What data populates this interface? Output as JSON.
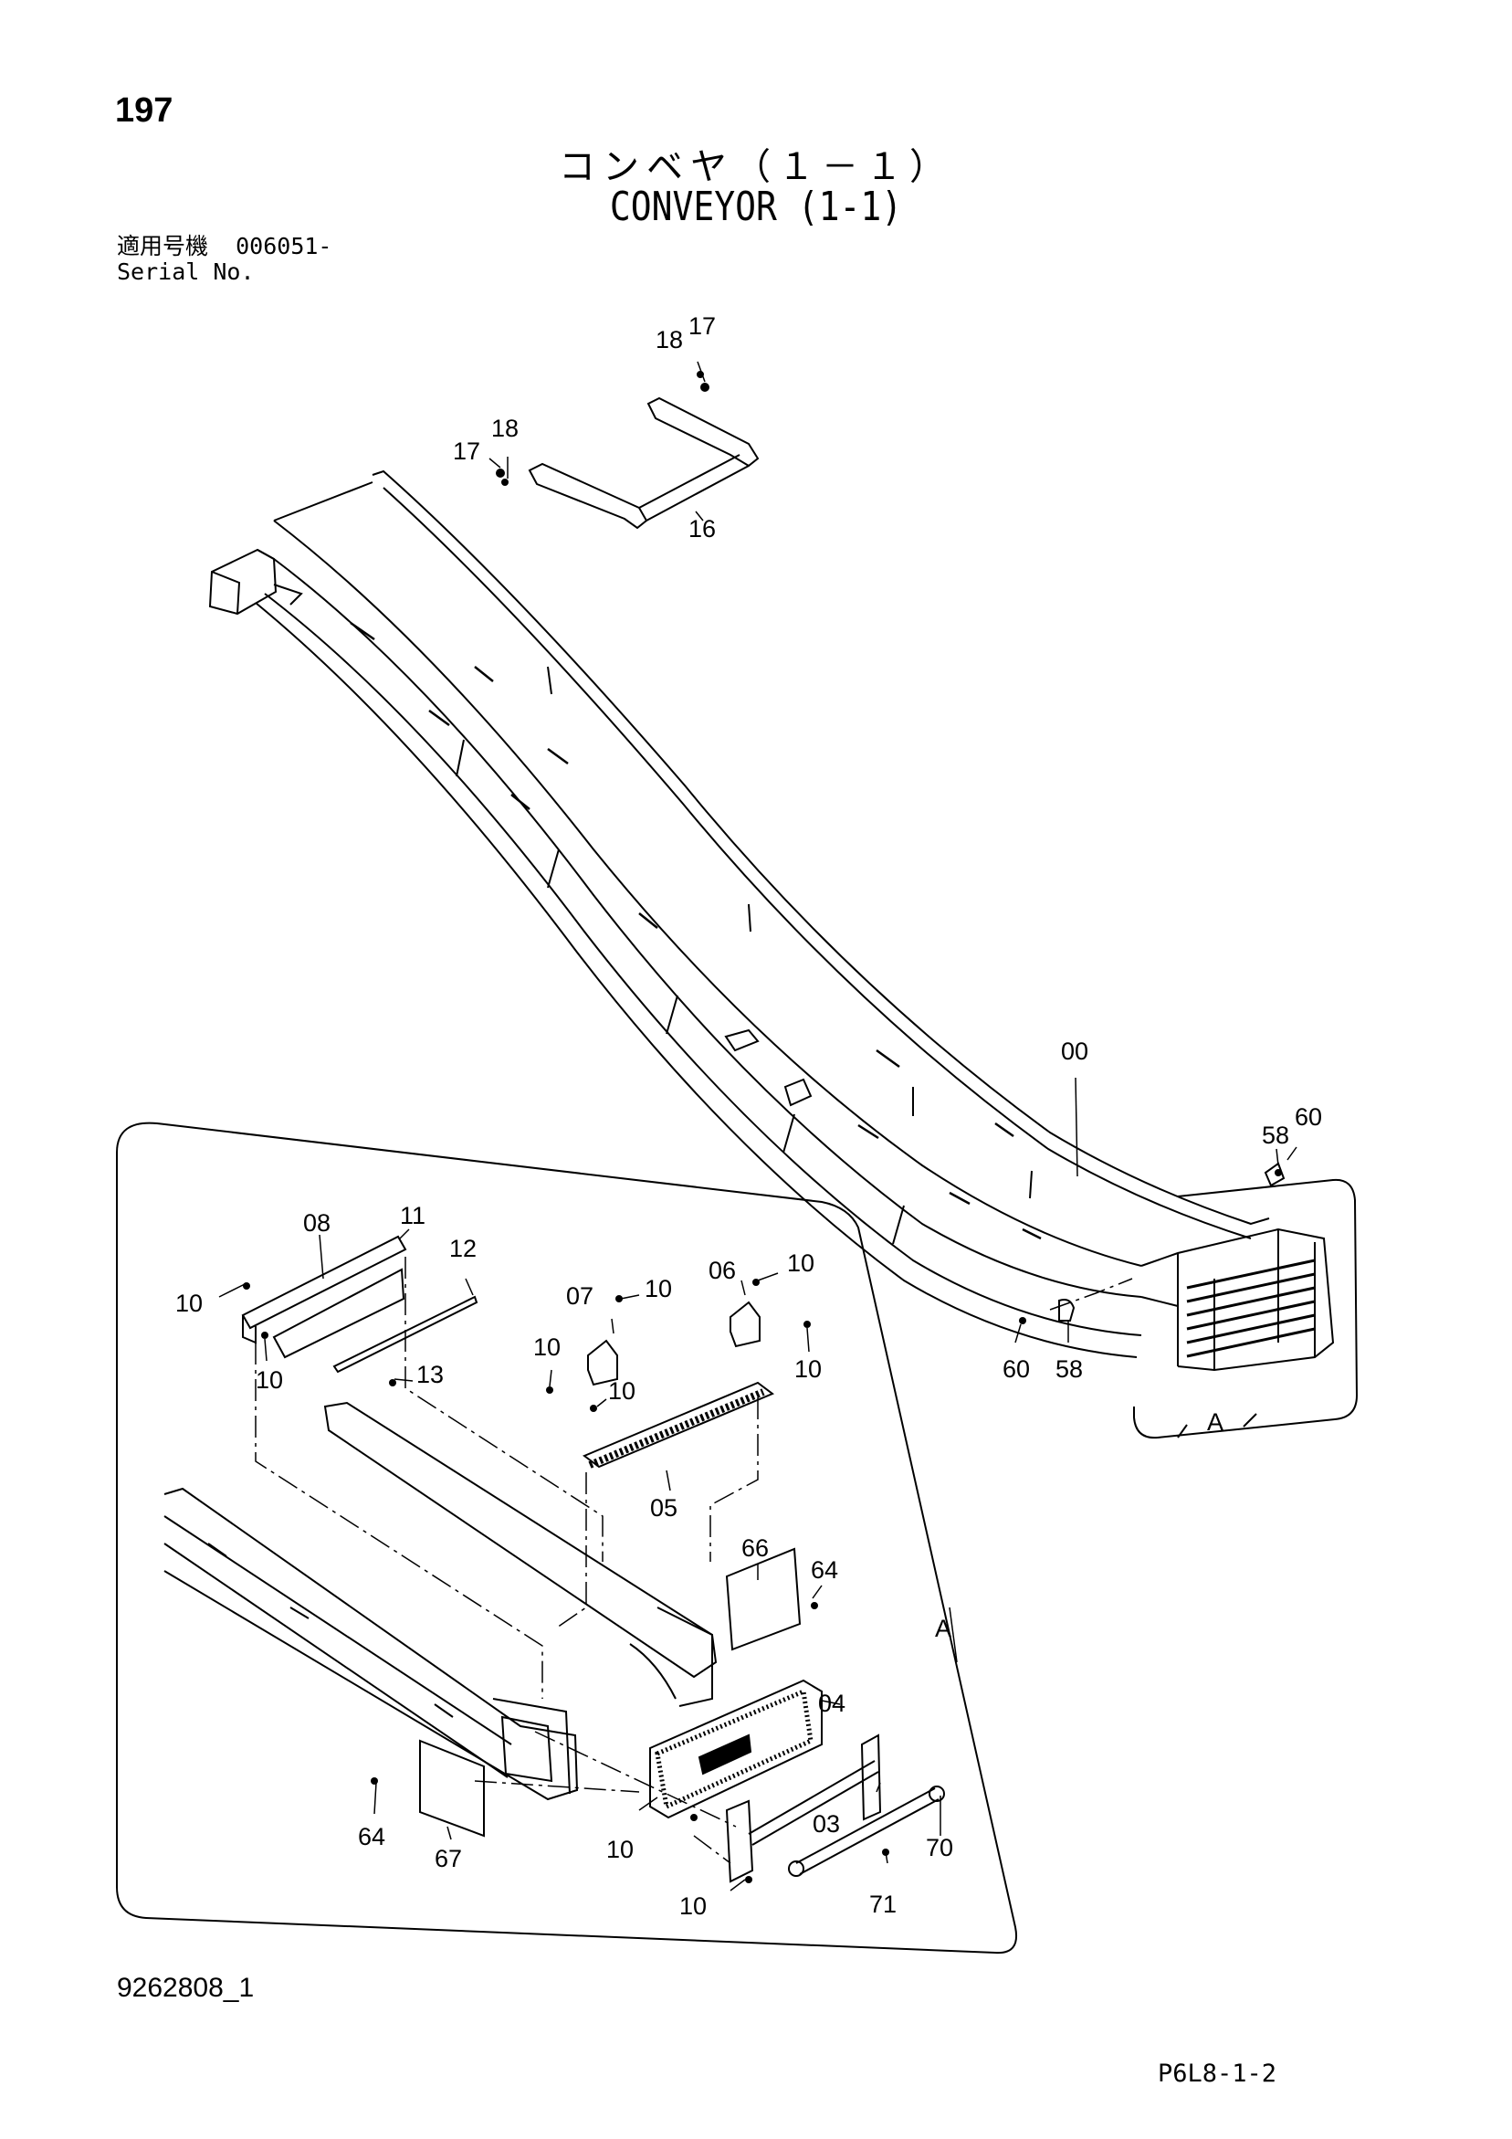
{
  "page_number": "197",
  "title_jp": "コンベヤ（１－１）",
  "title_en": "CONVEYOR (1-1)",
  "serial_label_jp": "適用号機",
  "serial_value": "006051-",
  "serial_label_en": "Serial No.",
  "drawing_number": "9262808_1",
  "page_code": "P6L8-1-2",
  "callouts": {
    "c18a": "18",
    "c17a": "17",
    "c17b": "17",
    "c18b": "18",
    "c16": "16",
    "c00": "00",
    "c58a": "58",
    "c60a": "60",
    "c60b": "60",
    "c58b": "58",
    "cA1": "A",
    "c08": "08",
    "c11": "11",
    "c12": "12",
    "c10a": "10",
    "c10b": "10",
    "c13": "13",
    "c07": "07",
    "c10c": "10",
    "c06": "06",
    "c10d": "10",
    "c10e": "10",
    "c10f": "10",
    "c10g": "10",
    "c05": "05",
    "c66": "66",
    "c64a": "64",
    "cA2": "A",
    "c04": "04",
    "c03": "03",
    "c64b": "64",
    "c67": "67",
    "c10h": "10",
    "c70": "70",
    "c71": "71",
    "c10i": "10"
  }
}
